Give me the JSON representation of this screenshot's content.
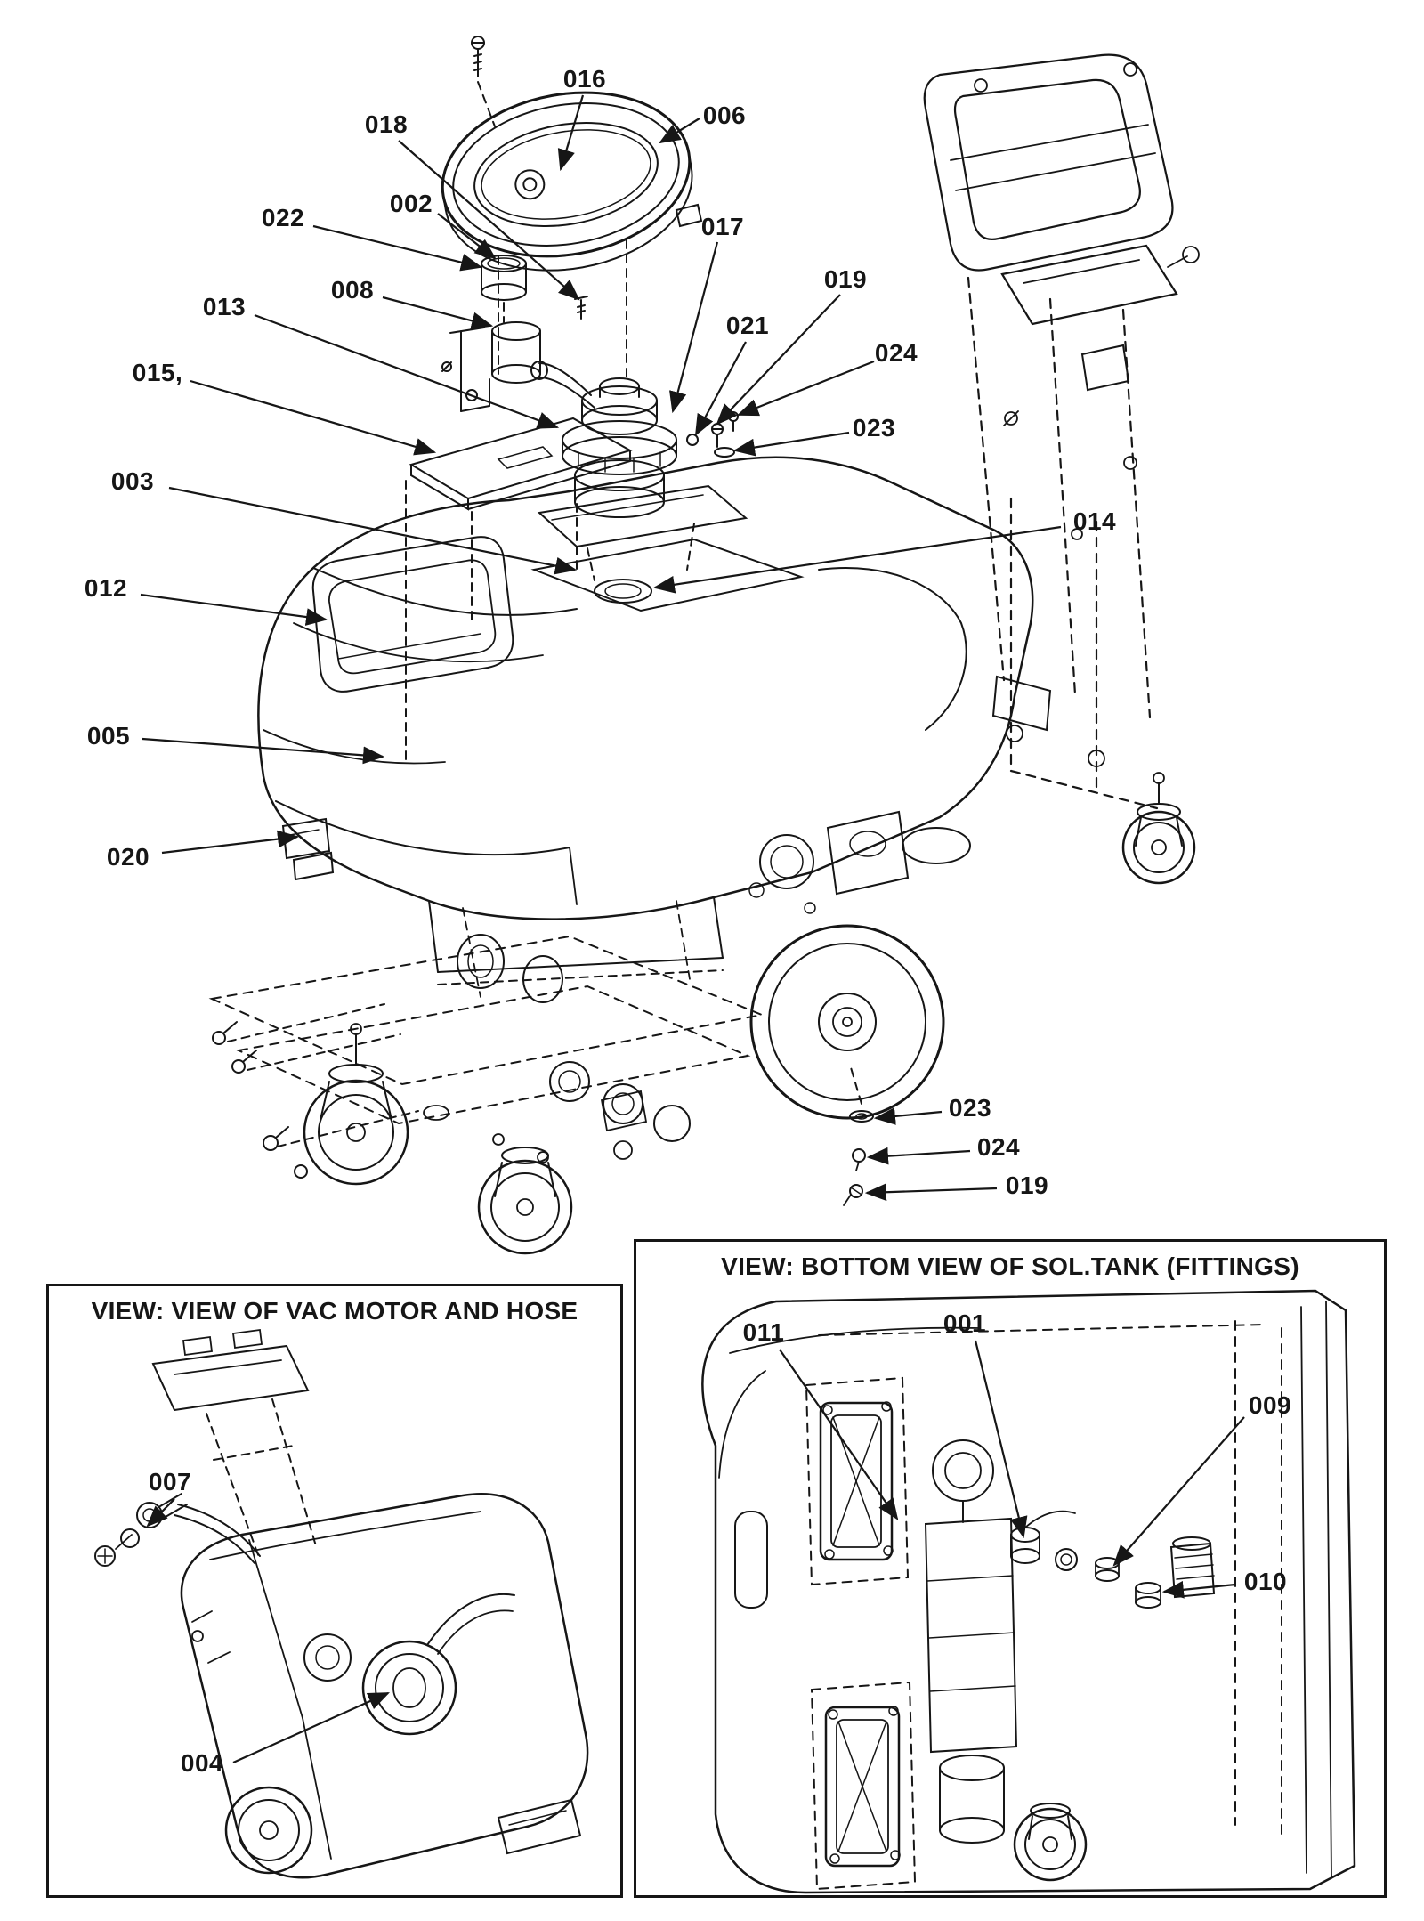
{
  "figure": {
    "background": "#ffffff",
    "ink": "#161616",
    "description": "Exploded-view parts diagram of a walk-behind floor scrubber with two detail inset views"
  },
  "main_view": {
    "callouts": [
      {
        "label": "016"
      },
      {
        "label": "006"
      },
      {
        "label": "018"
      },
      {
        "label": "002"
      },
      {
        "label": "022"
      },
      {
        "label": "017"
      },
      {
        "label": "008"
      },
      {
        "label": "019"
      },
      {
        "label": "013"
      },
      {
        "label": "021"
      },
      {
        "label": "024"
      },
      {
        "label": "015,"
      },
      {
        "label": "023"
      },
      {
        "label": "003"
      },
      {
        "label": "014"
      },
      {
        "label": "012"
      },
      {
        "label": "005"
      },
      {
        "label": "020"
      },
      {
        "label": "023"
      },
      {
        "label": "024"
      },
      {
        "label": "019"
      }
    ]
  },
  "insets": {
    "vac_motor": {
      "title": "VIEW: VIEW OF VAC MOTOR AND HOSE",
      "callouts": [
        {
          "label": "007"
        },
        {
          "label": "004"
        }
      ]
    },
    "sol_tank": {
      "title": "VIEW: BOTTOM VIEW OF SOL.TANK (FITTINGS)",
      "callouts": [
        {
          "label": "011"
        },
        {
          "label": "001"
        },
        {
          "label": "009"
        },
        {
          "label": "010"
        }
      ]
    }
  }
}
